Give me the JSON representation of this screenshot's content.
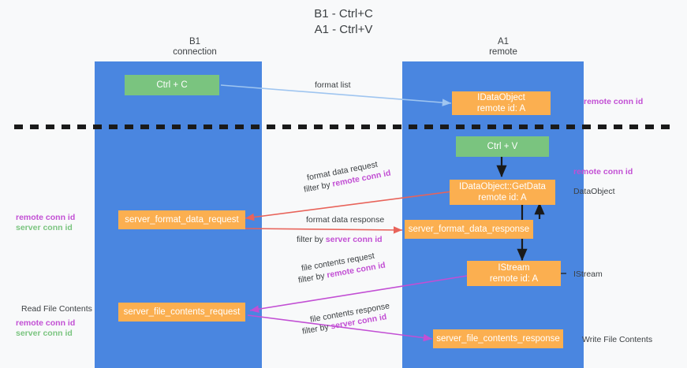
{
  "title": "B1 - Ctrl+C\nA1 - Ctrl+V",
  "colors": {
    "lane": "#4a86e0",
    "green_node": "#7ac47f",
    "orange_node": "#fbaf50",
    "remote_conn": "#c24fd4",
    "server_conn": "#7ac47f",
    "background": "#f8f9fa",
    "arrow_blue": "#9fc5f0",
    "arrow_red": "#e8635a",
    "arrow_magenta": "#c24fd4",
    "arrow_black": "#000000"
  },
  "columns": [
    {
      "id": "b1",
      "label": "B1\nconnection"
    },
    {
      "id": "a1",
      "label": "A1\nremote"
    }
  ],
  "nodes": [
    {
      "id": "ctrl-c",
      "label": "Ctrl + C",
      "color": "green"
    },
    {
      "id": "idataobject",
      "label": "IDataObject\nremote id: A",
      "color": "orange"
    },
    {
      "id": "ctrl-v",
      "label": "Ctrl + V",
      "color": "green"
    },
    {
      "id": "idataobject-getdata",
      "label": "IDataObject::GetData\nremote id: A",
      "color": "orange"
    },
    {
      "id": "server-format-data-request",
      "label": "server_format_data_request",
      "color": "orange"
    },
    {
      "id": "server-format-data-response",
      "label": "server_format_data_response",
      "color": "orange"
    },
    {
      "id": "istream",
      "label": "IStream\nremote id: A",
      "color": "orange"
    },
    {
      "id": "server-file-contents-request",
      "label": "server_file_contents_request",
      "color": "orange"
    },
    {
      "id": "server-file-contents-response",
      "label": "server_file_contents_response",
      "color": "orange"
    }
  ],
  "edge_labels": {
    "format_list": "format list",
    "format_data_request": "format data request",
    "format_data_request_filter_prefix": "filter by ",
    "format_data_request_filter_value": "remote conn id",
    "format_data_response": "format data response",
    "format_data_response_filter_prefix": "filter by ",
    "format_data_response_filter_value": "server conn id",
    "file_contents_request": "file contents request",
    "file_contents_request_filter_prefix": "filter by ",
    "file_contents_request_filter_value": "remote conn id",
    "file_contents_response": "file contents response",
    "file_contents_response_filter_prefix": "filter by ",
    "file_contents_response_filter_value": "server conn id"
  },
  "side_notes": {
    "right_remote_conn_top": "remote conn id",
    "right_remote_conn_mid": "remote conn id",
    "right_dataobject": "DataObject",
    "right_istream": "IStream",
    "right_write_file_contents": "Write File Contents",
    "left_remote_conn": "remote conn id",
    "left_server_conn": "server conn id",
    "left_read_file_contents": "Read File Contents",
    "left_remote_conn_2": "remote conn id",
    "left_server_conn_2": "server conn id"
  }
}
